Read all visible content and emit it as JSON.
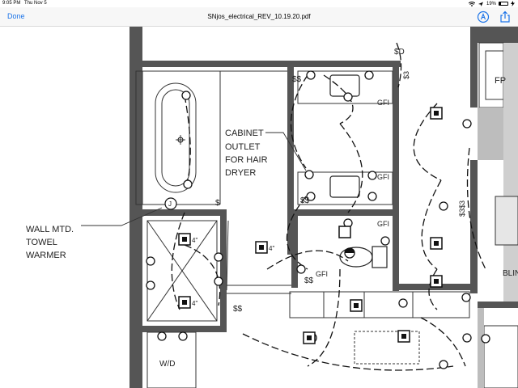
{
  "status_bar": {
    "time": "9:05 PM",
    "date": "Thu Nov 5",
    "battery_percent": "19%",
    "battery_level": 0.19
  },
  "nav_bar": {
    "done_label": "Done",
    "title": "SNjos_electrical_REV_10.19.20.pdf",
    "markup_icon": "markup-pen-icon",
    "share_icon": "share-icon",
    "accent_color": "#1a73e8"
  },
  "drawing": {
    "labels": {
      "cabinet_outlet": [
        "CABINET",
        "OUTLET",
        "FOR HAIR",
        "DRYER"
      ],
      "towel_warmer": [
        "WALL MTD.",
        "TOWEL",
        "WARMER"
      ],
      "fp": "FP",
      "blin": "BLIN",
      "wd": "W/D",
      "j": "J",
      "gfi": "GFI",
      "four_in": "4\"",
      "ss": "$$",
      "s": "$",
      "sd": "$D",
      "s3": "$3",
      "s3s3": "$3$3"
    }
  }
}
